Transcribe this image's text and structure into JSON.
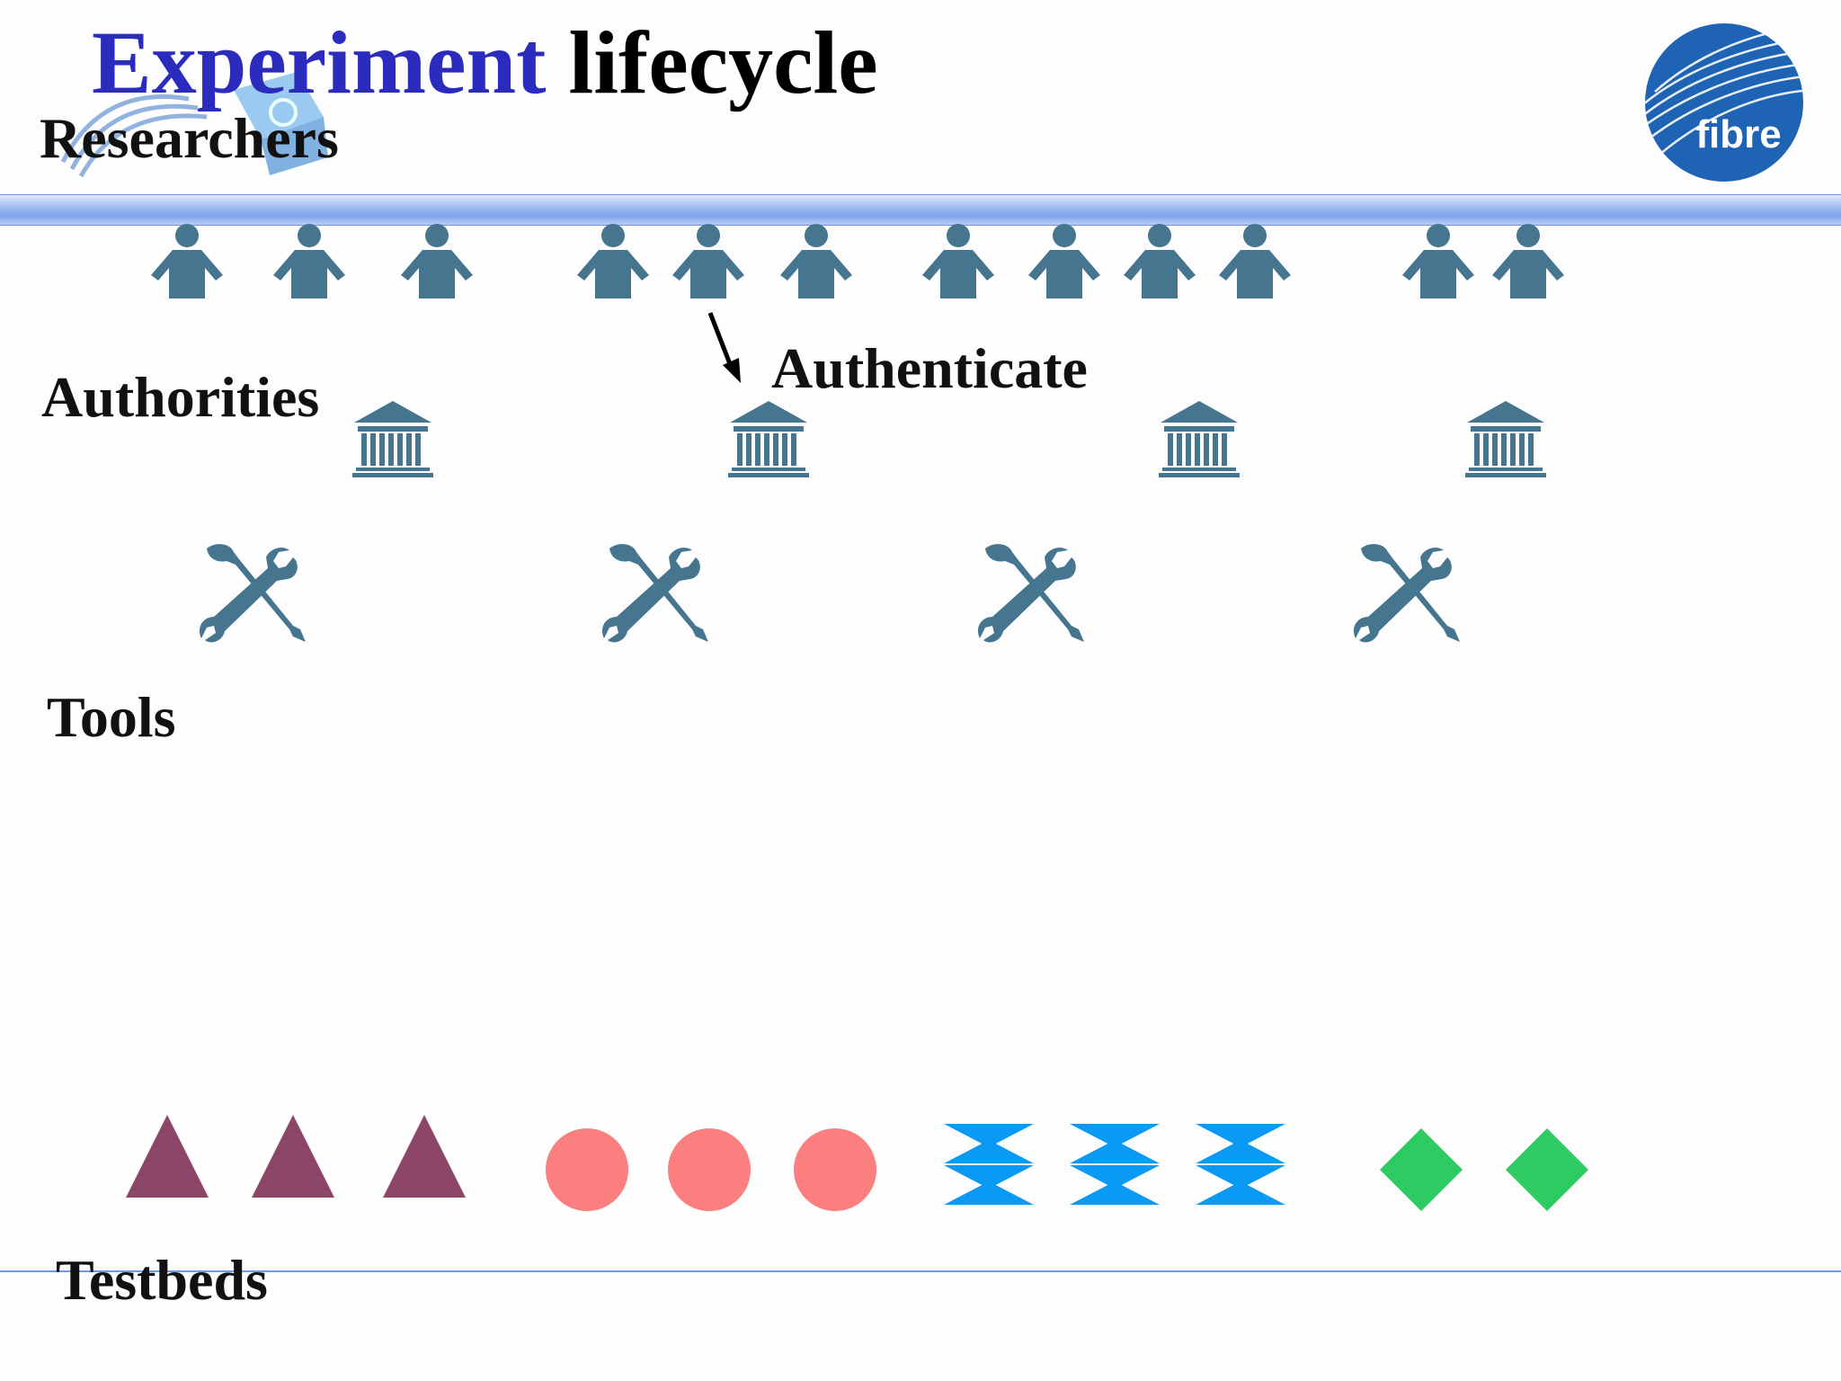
{
  "title": {
    "part1": "Experiment",
    "part2": "lifecycle"
  },
  "labels": {
    "researchers": "Researchers",
    "authenticate": "Authenticate",
    "authorities": "Authorities",
    "tools": "Tools",
    "testbeds": "Testbeds"
  },
  "logo": {
    "text": "fibre",
    "color": "#1f63b5"
  },
  "colors": {
    "icon": "#45758f",
    "triangle": "#8c4668",
    "circle": "#fc7f7f",
    "hourglass": "#0a99f3",
    "diamond": "#2ecb62",
    "title_blue": "#2b2bbd"
  },
  "researchers": {
    "groups": [
      3,
      3,
      4,
      2
    ]
  },
  "authorities": {
    "count": 4
  },
  "tools": {
    "count": 4
  },
  "testbeds": [
    {
      "shape": "triangle",
      "count": 3
    },
    {
      "shape": "circle",
      "count": 3
    },
    {
      "shape": "hourglass",
      "count": 3
    },
    {
      "shape": "diamond",
      "count": 2
    }
  ]
}
